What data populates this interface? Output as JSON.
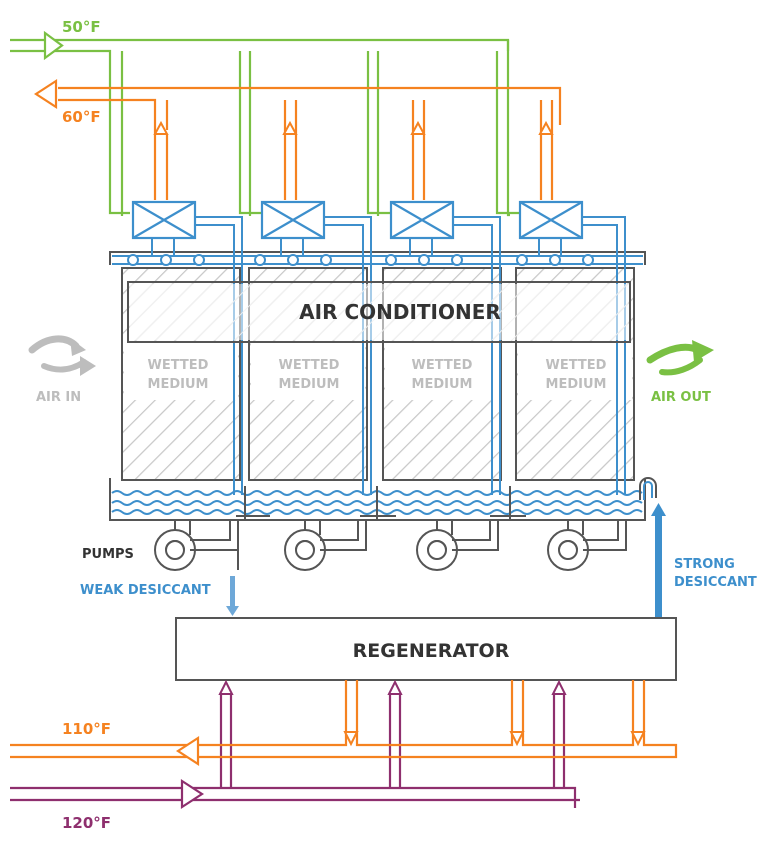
{
  "temps": {
    "cold_supply": "50°F",
    "cold_return": "60°F",
    "hot_return": "110°F",
    "hot_supply": "120°F"
  },
  "air_conditioner": {
    "title": "AIR CONDITIONER",
    "cells": [
      {
        "line1": "WETTED",
        "line2": "MEDIUM"
      },
      {
        "line1": "WETTED",
        "line2": "MEDIUM"
      },
      {
        "line1": "WETTED",
        "line2": "MEDIUM"
      },
      {
        "line1": "WETTED",
        "line2": "MEDIUM"
      }
    ]
  },
  "air": {
    "in_label": "AIR IN",
    "out_label": "AIR OUT"
  },
  "pumps_label": "PUMPS",
  "weak_desiccant_label": "WEAK DESICCANT",
  "strong_desiccant": {
    "line1": "STRONG",
    "line2": "DESICCANT"
  },
  "regenerator_label": "REGENERATOR",
  "colors": {
    "green": "#7ac043",
    "orange": "#f58220",
    "blue": "#3d8fcc",
    "purple": "#8e2f6e",
    "gray": "#555555",
    "light_gray": "#bdbdbd",
    "text_dark": "#333333"
  },
  "icons": [
    "heat-exchanger-icon",
    "pump-icon",
    "air-in-arrow-icon",
    "air-out-arrow-icon"
  ]
}
